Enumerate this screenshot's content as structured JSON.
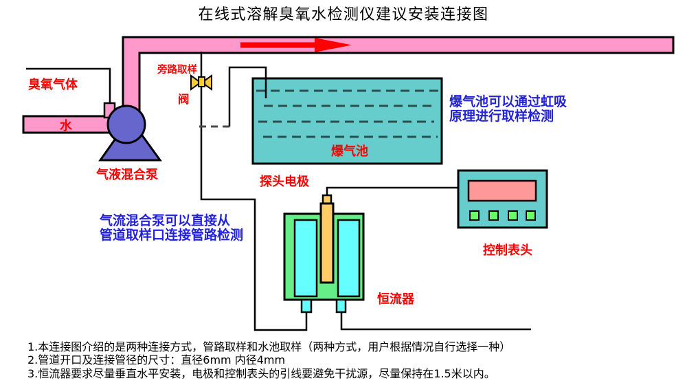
{
  "title": "在线式溶解臭氧水检测仪建议安装连接图",
  "labels": {
    "ozone_gas": "臭氧气体",
    "water": "水",
    "pump": "气液混合泵",
    "bypass_sampling": "旁路取样",
    "valve": "阀",
    "aeration_tank": "爆气池",
    "probe_electrode": "探头电极",
    "constant_flow_device": "恒流器",
    "control_head": "控制表头"
  },
  "annotations": {
    "tank_sampling_line1": "爆气池可以通过虹吸",
    "tank_sampling_line2": "原理进行取样检测",
    "pipe_sampling_line1": "气流混合泵可以直接从",
    "pipe_sampling_line2": "管道取样口连接管路检测"
  },
  "notes": [
    "1.本连接图介绍的是两种连接方式，管路取样和水池取样（两种方式，用户根据情况自行选择一种）",
    "2.管道开口及连接管径的尺寸：直径6mm 内径4mm",
    "3.恒流器要求尽量垂直水平安装，电极和控制表头的引线要避免干扰源，尽量保持在1.5米以内。"
  ],
  "colors": {
    "pipe_pink": "#FF99CC",
    "pump_blue": "#6666CC",
    "tank_teal": "#66CCCC",
    "water_line_dark": "#2B4F4F",
    "device_green": "#66EE88",
    "chamber_cyan": "#66FFFF",
    "probe_orange": "#FFCC66",
    "valve_yellow": "#FFCC33",
    "display_pink": "#FF9999",
    "button_green": "#66FF66",
    "label_red": "#FF0000",
    "annotation_blue": "#2222DD",
    "arrow_red": "#FF0000"
  }
}
